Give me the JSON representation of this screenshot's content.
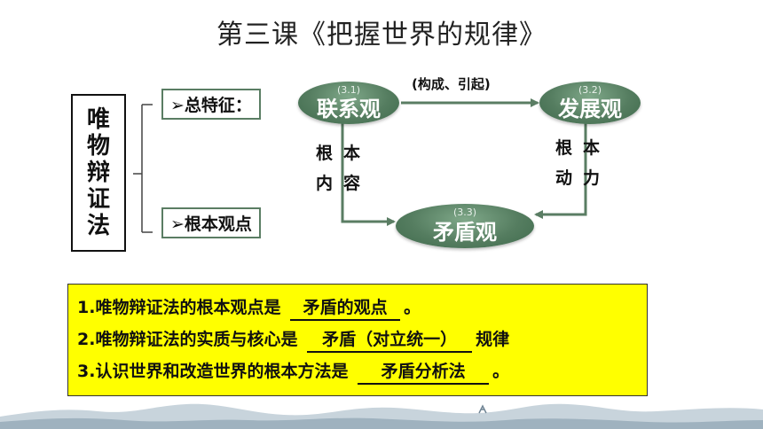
{
  "title": "第三课《把握世界的规律》",
  "left_box": {
    "chars": [
      "唯",
      "物",
      "辩",
      "证",
      "法"
    ]
  },
  "tags": {
    "feature": "➢总特征：",
    "basic": "➢根本观点"
  },
  "nodes": {
    "connection": {
      "num": "(3.1)",
      "name": "联系观"
    },
    "development": {
      "num": "(3.2)",
      "name": "发展观"
    },
    "contradiction": {
      "num": "(3.3)",
      "name": "矛盾观"
    }
  },
  "edge_label": "(构成、引起)",
  "left_side_label": {
    "line1": "根本",
    "line2": "内容"
  },
  "right_side_label": {
    "line1": "根本",
    "line2": "动力"
  },
  "summary": [
    {
      "prefix": "1.唯物辩证法的根本观点是",
      "answer": "矛盾的观点",
      "suffix": "。"
    },
    {
      "prefix": "2.唯物辩证法的实质与核心是",
      "answer": "矛盾（对立统一）",
      "suffix": "规律"
    },
    {
      "prefix": "3.认识世界和改造世界的根本方法是",
      "answer": "矛盾分析法",
      "suffix": "。"
    }
  ],
  "colors": {
    "node_green": "#557d60",
    "arrow_green": "#5a7d63",
    "highlight_yellow": "#ffff00"
  }
}
